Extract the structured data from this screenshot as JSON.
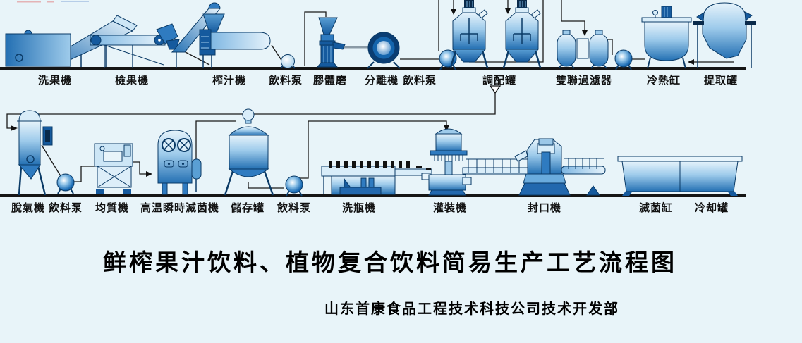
{
  "title": "鲜榨果汁饮料、植物复合饮料简易生产工艺流程图",
  "subtitle": "山东首康食品工程技术科技公司技术开发部",
  "palette": {
    "background": "#e8f4f9",
    "equipment_dark_blue": "#155a9e",
    "equipment_mid_blue": "#2470b3",
    "equipment_light_blue": "#e6f3fb",
    "outline_navy": "#0a3a66",
    "pipe_black": "#1a1a1a",
    "ground_black": "#151515"
  },
  "top_row_labels": [
    "洗果機",
    "檢果機",
    "榨汁機",
    "飲料泵",
    "膠體磨",
    "分離機",
    "飲料泵",
    "調配罐",
    "雙聯過濾器",
    "冷熱缸",
    "提取罐"
  ],
  "bottom_row_labels": [
    "脫氣機",
    "飲料泵",
    "均質機",
    "高温瞬時滅菌機",
    "儲存罐",
    "飲料泵",
    "洗瓶機",
    "灌裝機",
    "封口機",
    "滅菌缸",
    "冷却罐"
  ]
}
